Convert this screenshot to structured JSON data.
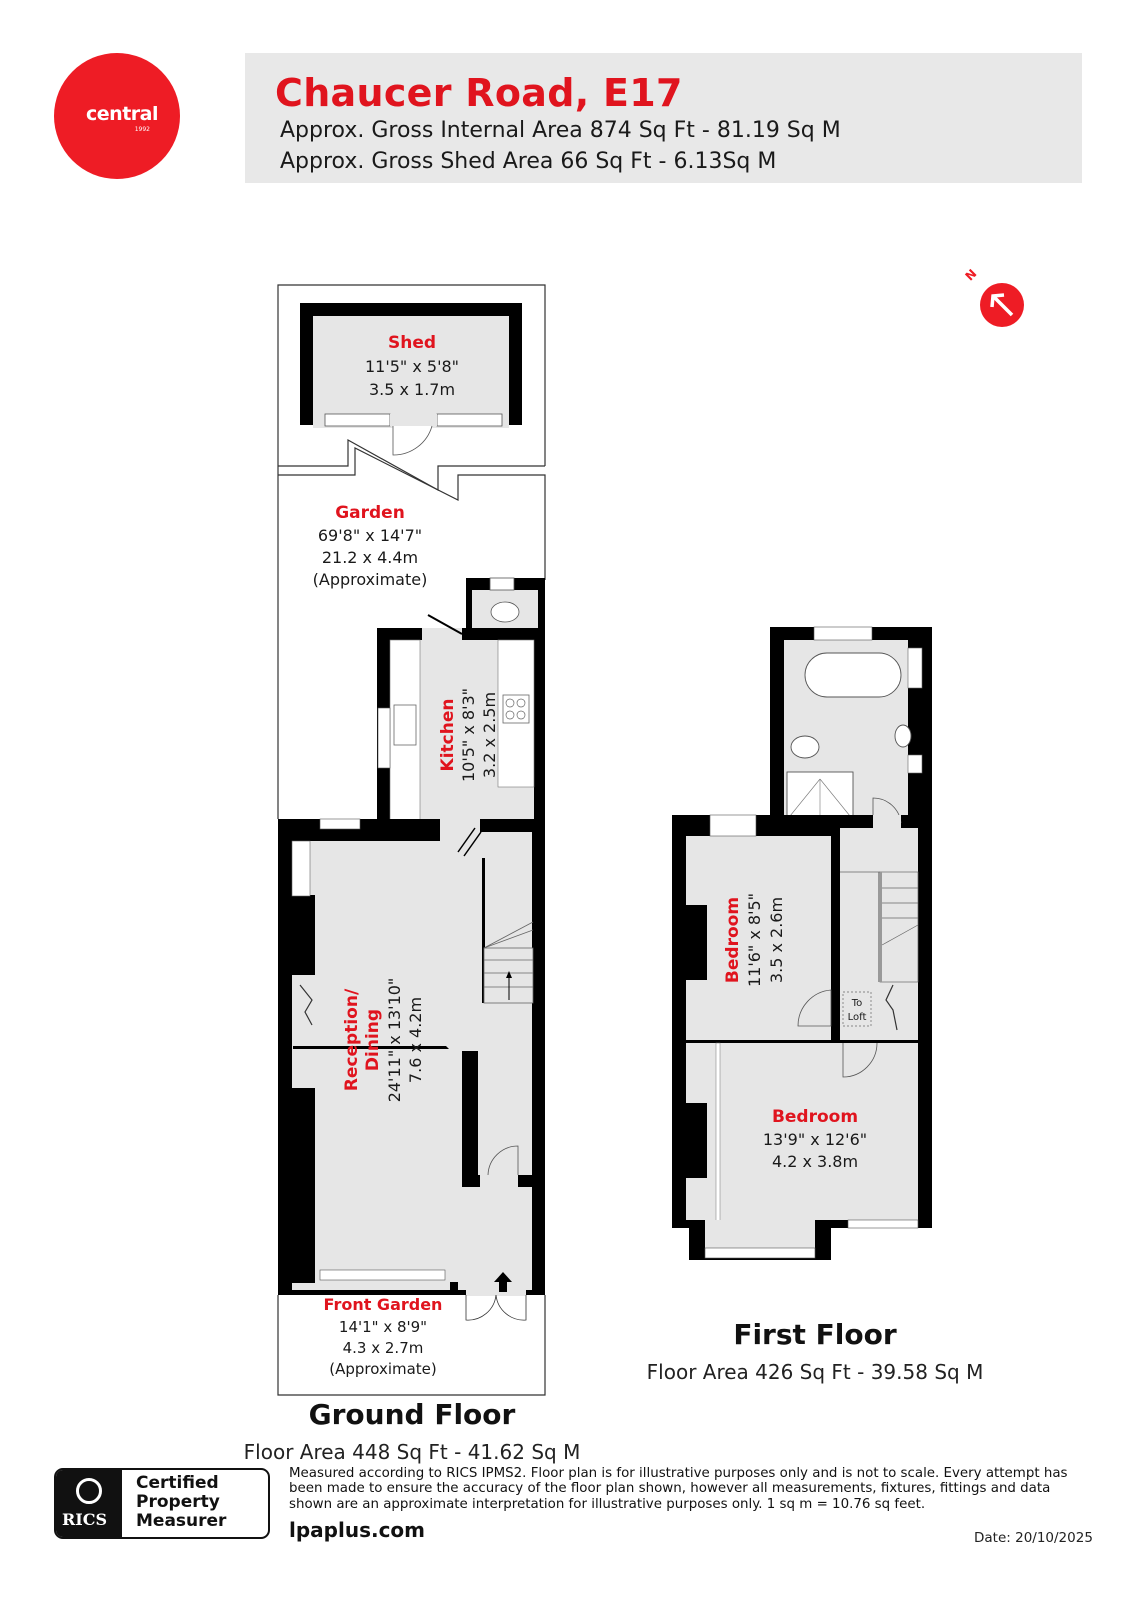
{
  "header": {
    "brand": "central",
    "brand_year": "1992",
    "title": "Chaucer Road, E17",
    "gross_internal_area": "Approx. Gross Internal Area 874 Sq Ft - 81.19 Sq M",
    "gross_shed_area": "Approx. Gross Shed Area 66 Sq Ft - 6.13Sq M"
  },
  "compass": {
    "label": "N",
    "icon": "north-arrow-icon"
  },
  "colors": {
    "accent": "#ee1c25",
    "title_red": "#e0141e",
    "room_fill": "#e6e6e6",
    "wall": "#000000",
    "header_band": "#e8e8e8"
  },
  "ground_floor": {
    "title": "Ground Floor",
    "area": "Floor Area 448 Sq Ft - 41.62 Sq M",
    "rooms": [
      {
        "name": "Shed",
        "imperial": "11'5\" x 5'8\"",
        "metric": "3.5 x 1.7m"
      },
      {
        "name": "Garden",
        "imperial": "69'8\" x 14'7\"",
        "metric": "21.2 x 4.4m",
        "note": "(Approximate)"
      },
      {
        "name": "Kitchen",
        "imperial": "10'5\" x 8'3\"",
        "metric": "3.2 x 2.5m"
      },
      {
        "name_line1": "Reception/",
        "name_line2": "Dining",
        "imperial": "24'11\" x 13'10\"",
        "metric": "7.6 x 4.2m"
      },
      {
        "name": "Front Garden",
        "imperial": "14'1\" x 8'9\"",
        "metric": "4.3 x 2.7m",
        "note": "(Approximate)"
      }
    ]
  },
  "first_floor": {
    "title": "First Floor",
    "area": "Floor Area 426 Sq Ft - 39.58 Sq M",
    "rooms": [
      {
        "name": "Bedroom",
        "imperial": "11'6\" x 8'5\"",
        "metric": "3.5 x 2.6m"
      },
      {
        "name": "Bedroom",
        "imperial": "13'9\" x 12'6\"",
        "metric": "4.2 x 3.8m"
      }
    ],
    "loft_label_1": "To",
    "loft_label_2": "Loft"
  },
  "footer": {
    "rics_word": "RICS",
    "cert_line1": "Certified",
    "cert_line2": "Property",
    "cert_line3": "Measurer",
    "disclaimer": "Measured according to RICS IPMS2. Floor plan is for illustrative purposes only and is not to scale. Every attempt has been made to ensure the accuracy of the floor plan shown, however all measurements, fixtures, fittings and data shown are an approximate interpretation for illustrative purposes only. 1 sq m = 10.76 sq feet.",
    "website": "lpaplus.com",
    "date": "Date: 20/10/2025"
  }
}
